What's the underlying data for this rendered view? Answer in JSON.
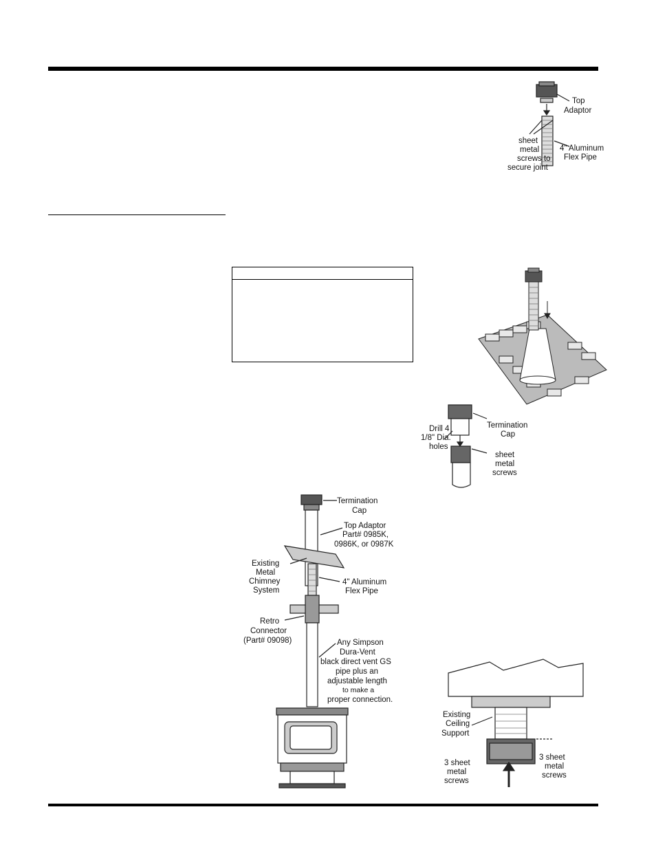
{
  "figures": {
    "top_adaptor": {
      "label_top_adaptor": [
        "Top",
        "Adaptor"
      ],
      "label_screws": [
        "sheet",
        "metal",
        "screws to",
        "secure joint"
      ],
      "label_flex": [
        "4\" Aluminum",
        "Flex Pipe"
      ]
    },
    "termination_cap": {
      "label_drill": [
        "Drill 4",
        "1/8\" Dia.",
        "holes"
      ],
      "label_cap": [
        "Termination",
        "Cap"
      ],
      "label_screws": [
        "sheet",
        "metal",
        "screws"
      ]
    },
    "stove_system": {
      "label_cap": [
        "Termination",
        "Cap"
      ],
      "label_adaptor": [
        "Top Adaptor",
        "Part# 0985K,",
        "0986K, or 0987K"
      ],
      "label_chimney": [
        "Existing",
        "Metal",
        "Chimney",
        "System"
      ],
      "label_flex": [
        "4\" Aluminum",
        "Flex Pipe"
      ],
      "label_retro": [
        "Retro",
        "Connector",
        "(Part# 09098)"
      ],
      "label_pipe": [
        "Any Simpson",
        "Dura-Vent",
        "black direct vent GS",
        "pipe plus an",
        "adjustable length",
        "to make a",
        "proper connection."
      ]
    },
    "ceiling_support": {
      "label_support": [
        "Existing",
        "Ceiling",
        "Support"
      ],
      "label_screws_left": [
        "3 sheet",
        "metal",
        "screws"
      ],
      "label_screws_right": [
        "3 sheet",
        "metal",
        "screws"
      ]
    }
  }
}
